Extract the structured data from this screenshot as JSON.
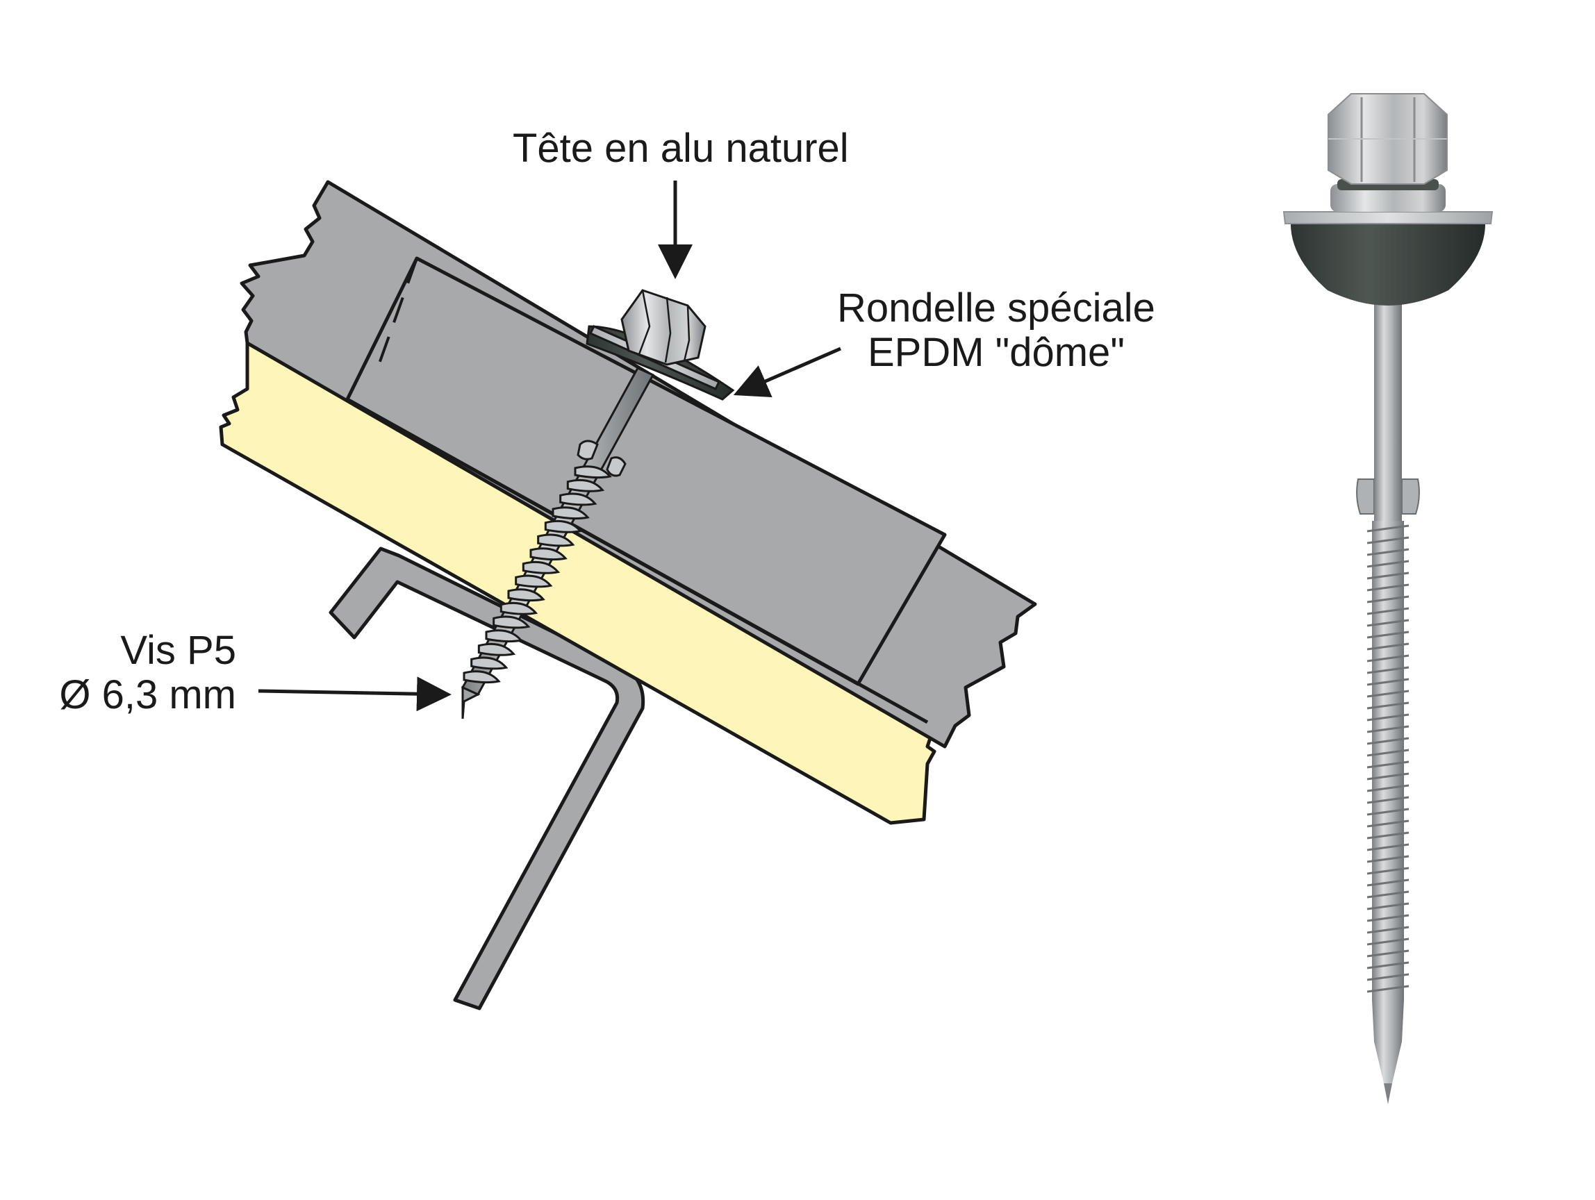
{
  "labels": {
    "head": "Tête en alu naturel",
    "washer_line1": "Rondelle spéciale",
    "washer_line2": "EPDM \"dôme\"",
    "screw_line1": "Vis P5",
    "screw_line2": "Ø 6,3 mm"
  },
  "colors": {
    "steel_sheet": "#a8a9ab",
    "insulation": "#fdf6b8",
    "purlin": "#a8a9ab",
    "outline": "#1a1a1a",
    "epdm_washer": "#3b4340",
    "screw_metal": "#b9bcbe"
  }
}
